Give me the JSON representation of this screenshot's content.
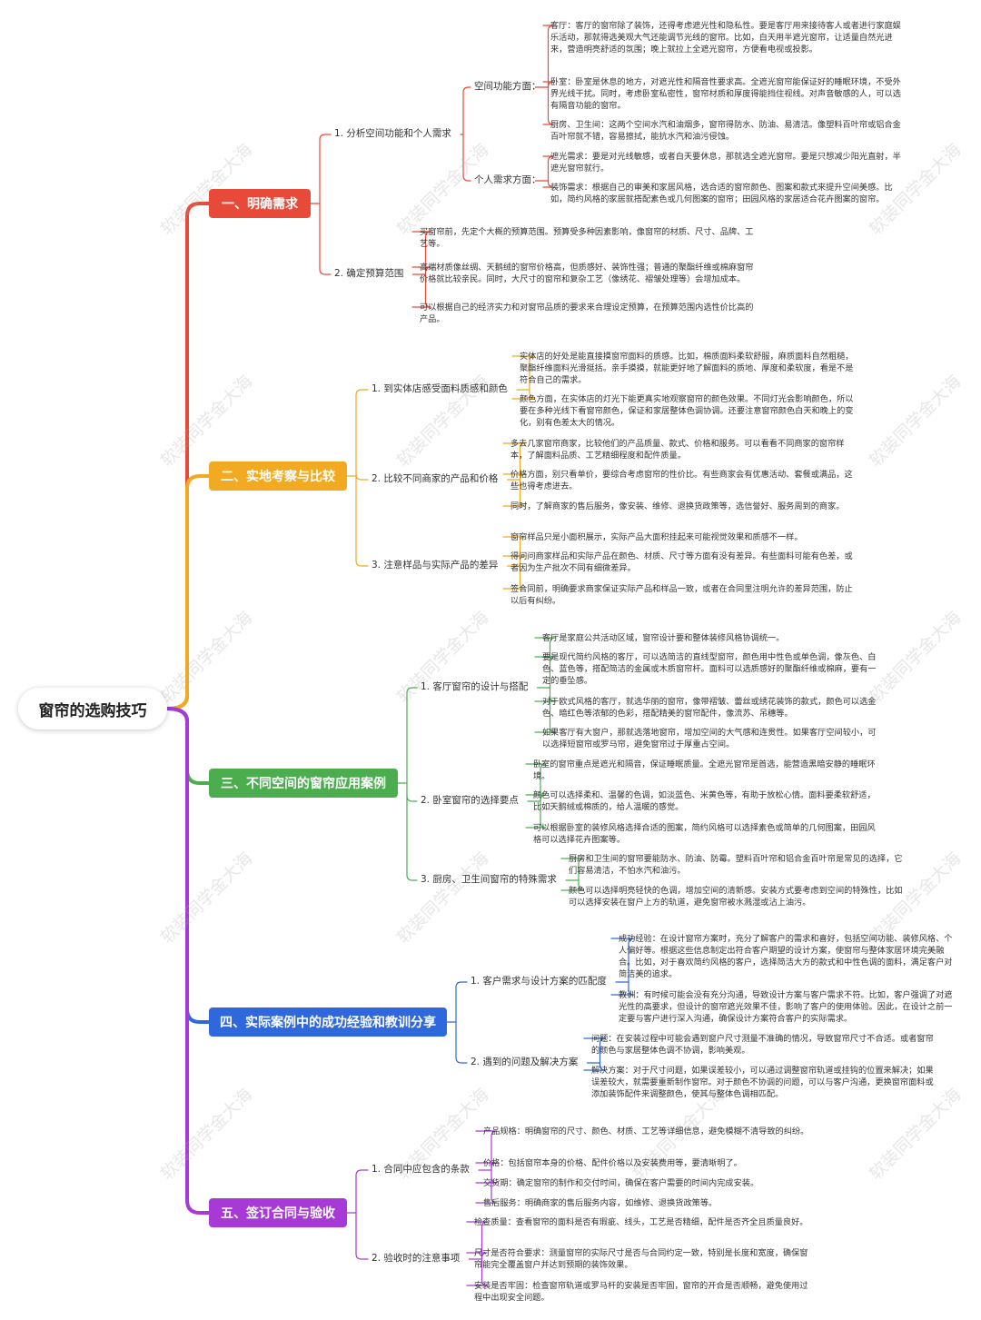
{
  "root": {
    "title": "窗帘的选购技巧"
  },
  "watermark": "软装同学金大海",
  "colors": {
    "red": "#e84a3a",
    "orange": "#f1aa22",
    "green": "#4cad4f",
    "blue": "#2f68dd",
    "purple": "#a73ad6"
  },
  "topics": [
    {
      "label": "一、明确需求",
      "subs": [
        {
          "label": "1. 分析空间功能和个人需求",
          "groups": [
            {
              "label": "空间功能方面：",
              "items": [
                "客厅：客厅的窗帘除了装饰，还得考虑遮光性和隐私性。要是客厅用来接待客人或者进行家庭娱乐活动，那就得选美观大气还能调节光线的窗帘。比如，白天用半遮光窗帘，让适量自然光进来，营造明亮舒适的氛围；晚上就拉上全遮光窗帘，方便看电视或投影。",
                "卧室：卧室是休息的地方，对遮光性和隔音性要求高。全遮光窗帘能保证好的睡眠环境，不受外界光线干扰。同时，考虑卧室私密性，窗帘材质和厚度得能挡住视线。对声音敏感的人，可以选有隔音功能的窗帘。",
                "厨房、卫生间：这两个空间水汽和油烟多，窗帘得防水、防油、易清洁。像塑料百叶帘或铝合金百叶帘就不错，容易擦拭，能抗水汽和油污侵蚀。"
              ]
            },
            {
              "label": "个人需求方面：",
              "items": [
                "遮光需求：要是对光线敏感，或者白天要休息，那就选全遮光窗帘。要是只想减少阳光直射，半遮光窗帘就行。",
                "装饰需求：根据自己的审美和家居风格，选合适的窗帘颜色、图案和款式来提升空间美感。比如，简约风格的家居就搭配素色或几何图案的窗帘；田园风格的家居适合花卉图案的窗帘。"
              ]
            }
          ]
        },
        {
          "label": "2. 确定预算范围",
          "items": [
            "买窗帘前，先定个大概的预算范围。预算受多种因素影响，像窗帘的材质、尺寸、品牌、工艺等。",
            "高端材质像丝绸、天鹅绒的窗帘价格高，但质感好、装饰性强；普通的聚酯纤维或棉麻窗帘价格就比较亲民。同时，大尺寸的窗帘和复杂工艺（像绣花、褶皱处理等）会增加成本。",
            "可以根据自己的经济实力和对窗帘品质的要求来合理设定预算，在预算范围内选性价比高的产品。"
          ]
        }
      ]
    },
    {
      "label": "二、实地考察与比较",
      "subs": [
        {
          "label": "1. 到实体店感受面料质感和颜色",
          "items": [
            "实体店的好处是能直接摸窗帘面料的质感。比如，棉质面料柔软舒服，麻质面料自然粗糙，聚酯纤维面料光滑挺括。亲手摸摸，就能更好地了解面料的质地、厚度和柔软度，看是不是符合自己的需求。",
            "颜色方面，在实体店的灯光下能更真实地观察窗帘的颜色效果。不同灯光会影响颜色，所以要在多种光线下看窗帘颜色，保证和家居整体色调协调。还要注意窗帘颜色白天和晚上的变化，别有色差太大的情况。"
          ]
        },
        {
          "label": "2. 比较不同商家的产品和价格",
          "items": [
            "多去几家窗帘商家，比较他们的产品质量、款式、价格和服务。可以看看不同商家的窗帘样本，了解面料品质、工艺精细程度和配件质量。",
            "价格方面，别只看单价，要综合考虑窗帘的性价比。有些商家会有优惠活动、套餐或满品，这些也得考虑进去。",
            "同时，了解商家的售后服务，像安装、维修、退换货政策等，选信誉好、服务周到的商家。"
          ]
        },
        {
          "label": "3. 注意样品与实际产品的差异",
          "items": [
            "窗帘样品只是小面积展示，实际产品大面积挂起来可能视觉效果和质感不一样。",
            "得问问商家样品和实际产品在颜色、材质、尺寸等方面有没有差异。有些面料可能有色差，或者因为生产批次不同有细微差异。",
            "签合同前，明确要求商家保证实际产品和样品一致，或者在合同里注明允许的差异范围，防止以后有纠纷。"
          ]
        }
      ]
    },
    {
      "label": "三、不同空间的窗帘应用案例",
      "subs": [
        {
          "label": "1. 客厅窗帘的设计与搭配",
          "items": [
            "客厅是家庭公共活动区域，窗帘设计要和整体装修风格协调统一。",
            "要是现代简约风格的客厅，可以选简洁的直线型窗帘，颜色用中性色或单色调，像灰色、白色、蓝色等，搭配简洁的金属或木质窗帘杆。面料可以选质感好的聚酯纤维或棉麻，要有一定的垂坠感。",
            "对于欧式风格的客厅，就选华丽的窗帘，像带褶皱、蕾丝或绣花装饰的款式，颜色可以选金色、暗红色等浓郁的色彩，搭配精美的窗帘配件，像流苏、吊穗等。",
            "如果客厅有大窗户，那就选落地窗帘，增加空间的大气感和连贯性。如果客厅空间较小，可以选择短窗帘或罗马帘，避免窗帘过于厚重占空间。"
          ]
        },
        {
          "label": "2. 卧室窗帘的选择要点",
          "items": [
            "卧室的窗帘重点是遮光和隔音，保证睡眠质量。全遮光窗帘是首选，能营造黑暗安静的睡眠环境。",
            "颜色可以选择柔和、温馨的色调，如淡蓝色、米黄色等，有助于放松心情。面料要柔软舒适，比如天鹅绒或棉质的，给人温暖的感觉。",
            "可以根据卧室的装修风格选择合适的图案，简约风格可以选择素色或简单的几何图案，田园风格可以选择花卉图案等。"
          ]
        },
        {
          "label": "3. 厨房、卫生间窗帘的特殊需求",
          "items": [
            "厨房和卫生间的窗帘要能防水、防油、防霉。塑料百叶帘和铝合金百叶帘是常见的选择，它们容易清洁，不怕水汽和油污。",
            "颜色可以选择明亮轻快的色调，增加空间的清新感。安装方式要考虑到空间的特殊性，比如可以选择安装在窗户上方的轨道，避免窗帘被水溅湿或沾上油污。"
          ]
        }
      ]
    },
    {
      "label": "四、实际案例中的成功经验和教训分享",
      "subs": [
        {
          "label": "1. 客户需求与设计方案的匹配度",
          "items": [
            "成功经验：在设计窗帘方案时，充分了解客户的需求和喜好，包括空间功能、装修风格、个人偏好等。根据这些信息制定出符合客户期望的设计方案，使窗帘与整体家居环境完美融合。比如，对于喜欢简约风格的客户，选择简洁大方的款式和中性色调的面料，满足客户对简洁美的追求。",
            "教训：有时候可能会没有充分沟通，导致设计方案与客户需求不符。比如，客户强调了对遮光性的高要求，但设计的窗帘遮光效果不佳，影响了客户的使用体验。因此，在设计之前一定要与客户进行深入沟通，确保设计方案符合客户的实际需求。"
          ]
        },
        {
          "label": "2. 遇到的问题及解决方案",
          "items": [
            "问题：在安装过程中可能会遇到窗户尺寸测量不准确的情况，导致窗帘尺寸不合适。或者窗帘的颜色与家居整体色调不协调，影响美观。",
            "解决方案：对于尺寸问题，如果误差较小，可以通过调整窗帘轨道或挂钩的位置来解决；如果误差较大，就需要重新制作窗帘。对于颜色不协调的问题，可以与客户沟通，更换窗帘面料或添加装饰配件来调整颜色，使其与整体色调相匹配。"
          ]
        }
      ]
    },
    {
      "label": "五、签订合同与验收",
      "subs": [
        {
          "label": "1. 合同中应包含的条款",
          "items": [
            "产品规格：明确窗帘的尺寸、颜色、材质、工艺等详细信息，避免模糊不清导致的纠纷。",
            "价格：包括窗帘本身的价格、配件价格以及安装费用等，要清晰明了。",
            "交货期：确定窗帘的制作和交付时间，确保在客户需要的时间内完成安装。",
            "售后服务：明确商家的售后服务内容，如维修、退换货政策等。"
          ]
        },
        {
          "label": "2. 验收时的注意事项",
          "items": [
            "检查质量：查看窗帘的面料是否有瑕疵、线头，工艺是否精细，配件是否齐全且质量良好。",
            "尺寸是否符合要求：测量窗帘的实际尺寸是否与合同约定一致，特别是长度和宽度，确保窗帘能完全覆盖窗户并达到预期的装饰效果。",
            "安装是否牢固：检查窗帘轨道或罗马杆的安装是否牢固，窗帘的开合是否顺畅，避免使用过程中出现安全问题。"
          ]
        }
      ]
    }
  ]
}
